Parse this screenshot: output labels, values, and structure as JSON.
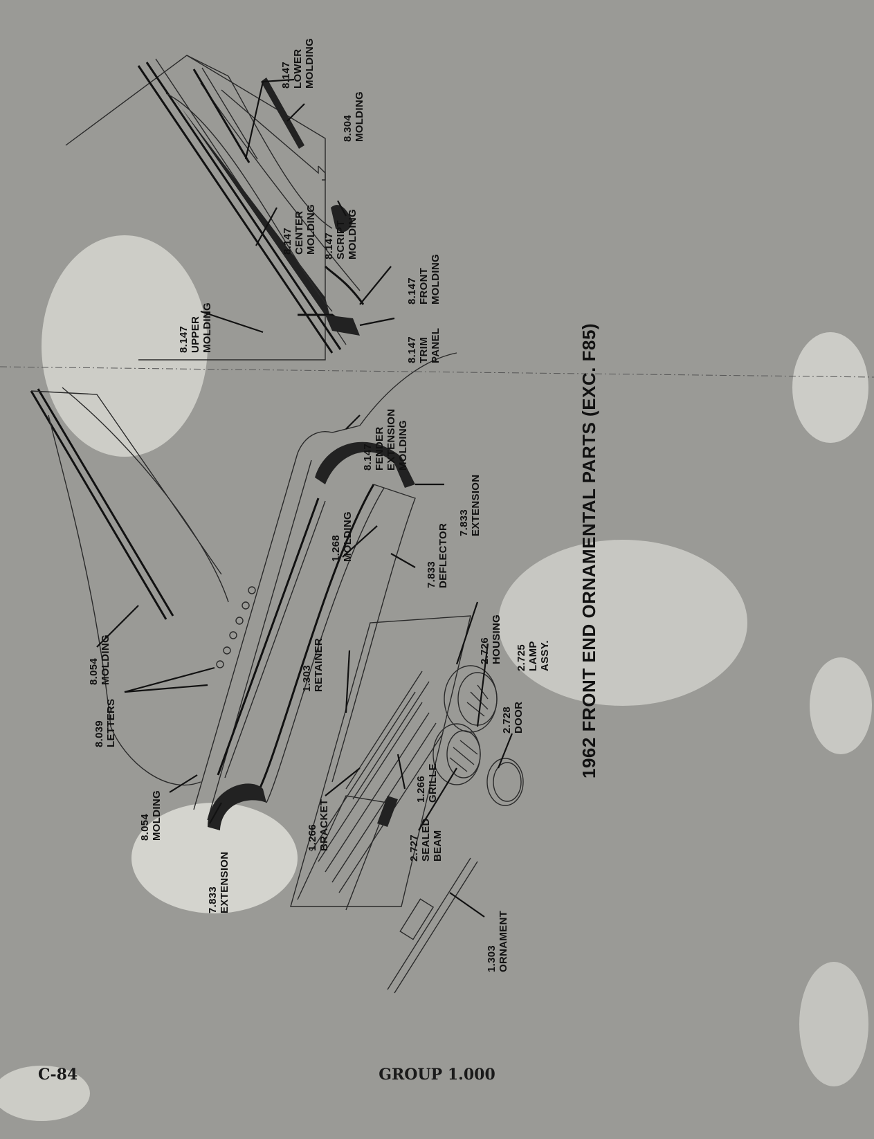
{
  "title": "1962 FRONT END ORNAMENTAL PARTS (EXC. F85)",
  "footer": {
    "page_number": "C-84",
    "group": "GROUP 1.000"
  },
  "parts": {
    "lower_molding": [
      "8.147",
      "LOWER",
      "MOLDING"
    ],
    "molding_8304": [
      "8.304",
      "MOLDING"
    ],
    "script_molding": [
      "8.147",
      "SCRIPT",
      "MOLDING"
    ],
    "center_molding": [
      "8.147",
      "CENTER",
      "MOLDING"
    ],
    "front_molding": [
      "8.147",
      "FRONT",
      "MOLDING"
    ],
    "trim_panel": [
      "8.147",
      "TRIM",
      "PANEL"
    ],
    "upper_molding": [
      "8.147",
      "UPPER",
      "MOLDING"
    ],
    "fender_extension_molding": [
      "8.147",
      "FENDER",
      "EXTENSION",
      "MOLDING"
    ],
    "extension_top": [
      "7.833",
      "EXTENSION"
    ],
    "molding_1268": [
      "1.268",
      "MOLDING"
    ],
    "deflector": [
      "7.833",
      "DEFLECTOR"
    ],
    "housing": [
      "2.726",
      "HOUSING"
    ],
    "lamp_assy": [
      "2.725",
      "LAMP",
      "ASSY."
    ],
    "door": [
      "2.728",
      "DOOR"
    ],
    "retainer": [
      "1.303",
      "RETAINER"
    ],
    "molding_8054_upper": [
      "8.054",
      "MOLDING"
    ],
    "letters": [
      "8.039",
      "LETTERS"
    ],
    "molding_8054_lower": [
      "8.054",
      "MOLDING"
    ],
    "extension_bottom": [
      "7.833",
      "EXTENSION"
    ],
    "bracket": [
      "1.266",
      "BRACKET"
    ],
    "grille": [
      "1.266",
      "GRILLE"
    ],
    "sealed_beam": [
      "2.727",
      "SEALED",
      "BEAM"
    ],
    "ornament": [
      "1.303",
      "ORNAMENT"
    ]
  }
}
